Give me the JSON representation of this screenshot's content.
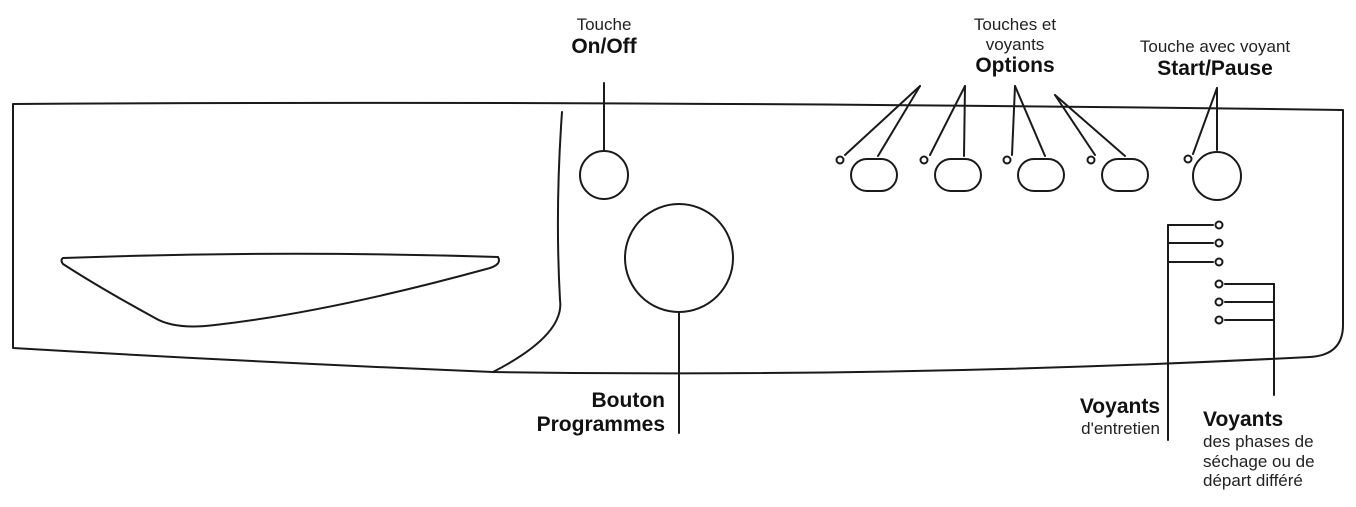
{
  "labels": {
    "on_off": {
      "top": "Touche",
      "title": "On/Off"
    },
    "options": {
      "line1": "Touches et",
      "line2": "voyants",
      "title": "Options"
    },
    "start_pause": {
      "top": "Touche avec voyant",
      "title": "Start/Pause"
    },
    "programmes": {
      "line1": "Bouton",
      "line2": "Programmes"
    },
    "entretien": {
      "title": "Voyants",
      "sub": "d'entretien"
    },
    "phases": {
      "title": "Voyants",
      "line1": "des phases de",
      "line2": "séchage ou de",
      "line3": "départ différé"
    }
  },
  "colors": {
    "stroke": "#1a1a1a",
    "background": "#ffffff"
  },
  "components": {
    "option_buttons": 4,
    "maintenance_indicators": 3,
    "drying_phase_indicators": 3
  }
}
